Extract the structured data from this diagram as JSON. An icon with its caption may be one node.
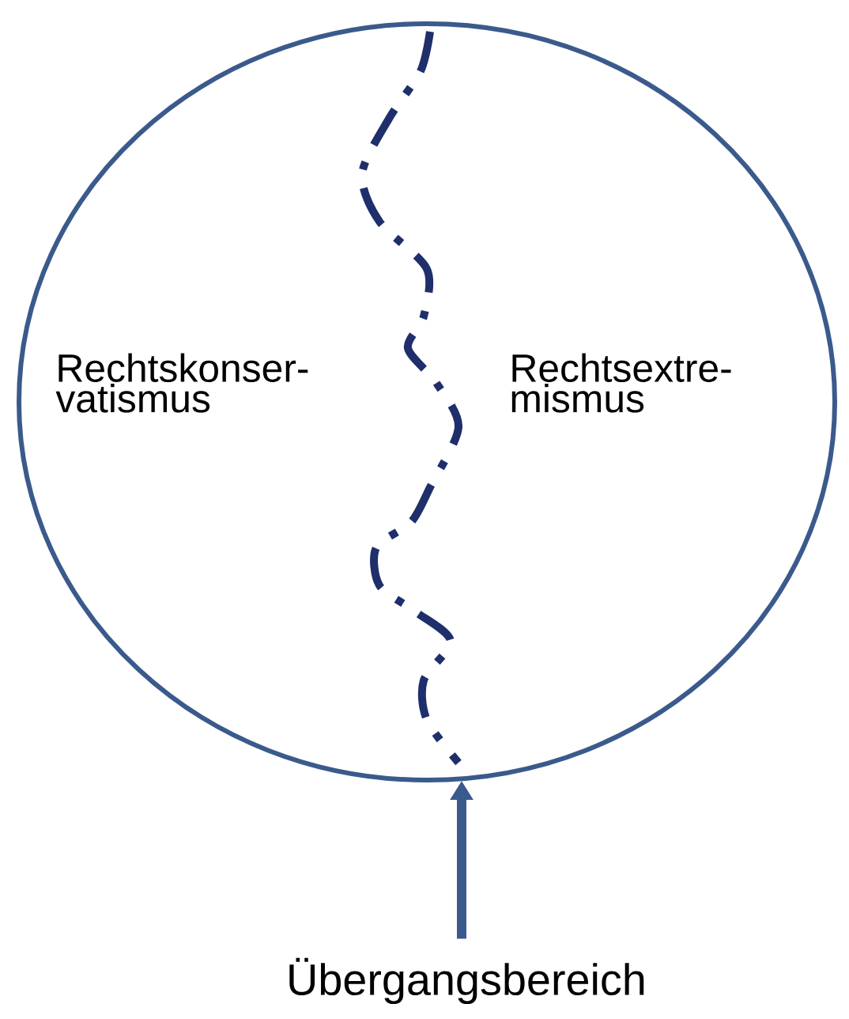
{
  "diagram": {
    "nodes": [
      {
        "text": [
          "Rechtskonser- vatismus",
          "Rechtsextre- mismus"
        ]
      },
      {
        "text": [
          "Übergangsbereich"
        ]
      }
    ],
    "edges": [
      {
        "from": 1,
        "to": 0,
        "arrow": "to"
      }
    ]
  }
}
